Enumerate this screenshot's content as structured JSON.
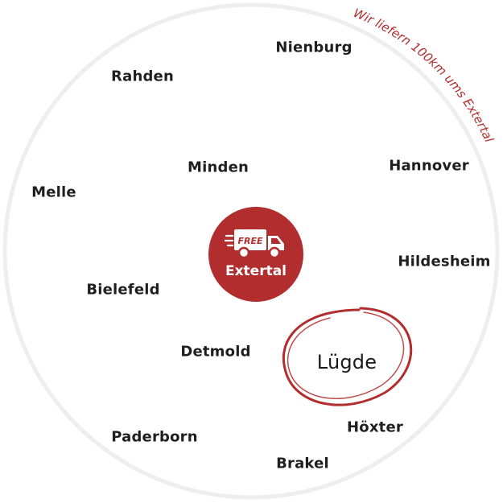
{
  "colors": {
    "accent": "#b22d2d",
    "ring": "#eeeeee",
    "text": "#1f1f1f"
  },
  "banner": {
    "text": "Wir liefern 100km ums Extertal"
  },
  "center": {
    "badge_text": "Extertal",
    "truck_label": "FREE",
    "icon": "truck-icon"
  },
  "cities": {
    "nienburg": "Nienburg",
    "rahden": "Rahden",
    "minden": "Minden",
    "hannover": "Hannover",
    "melle": "Melle",
    "hildesheim": "Hildesheim",
    "bielefeld": "Bielefeld",
    "detmold": "Detmold",
    "luegde": "Lügde",
    "hoexter": "Höxter",
    "paderborn": "Paderborn",
    "brakel": "Brakel"
  }
}
